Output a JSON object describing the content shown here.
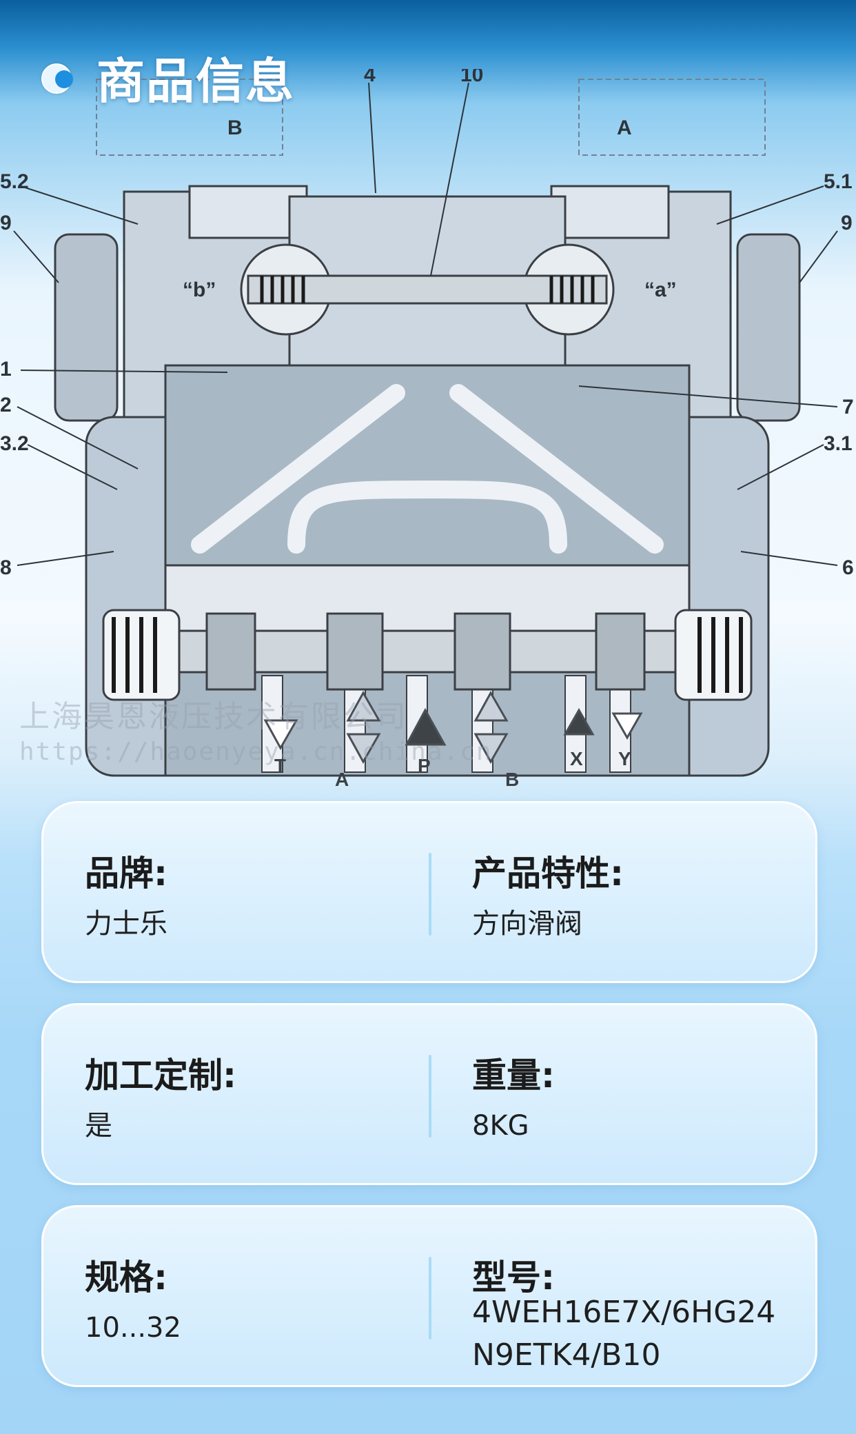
{
  "header": {
    "title": "商品信息"
  },
  "diagram": {
    "callouts": [
      "4",
      "10",
      "5.2",
      "5.1",
      "9",
      "9",
      "1",
      "7",
      "2",
      "3.2",
      "3.1",
      "8",
      "6"
    ],
    "solenoid_labels": [
      "“b”",
      "“a”"
    ],
    "port_labels": [
      "T",
      "A",
      "P",
      "B",
      "X",
      "Y"
    ],
    "symbol_labels": [
      "B",
      "A"
    ]
  },
  "watermark": {
    "company": "上海昊恩液压技术有限公司",
    "url": "https://haoenyeya.cn.china.cn"
  },
  "specs": [
    {
      "left": {
        "label": "品牌:",
        "value": "力士乐"
      },
      "right": {
        "label": "产品特性:",
        "value": "方向滑阀"
      }
    },
    {
      "left": {
        "label": "加工定制:",
        "value": "是"
      },
      "right": {
        "label": "重量:",
        "value": "8KG"
      }
    },
    {
      "left": {
        "label": "规格:",
        "value": "10...32"
      },
      "right": {
        "label": "型号:",
        "value": "4WEH16E7X/6HG24N9ETK4/B10"
      }
    }
  ]
}
